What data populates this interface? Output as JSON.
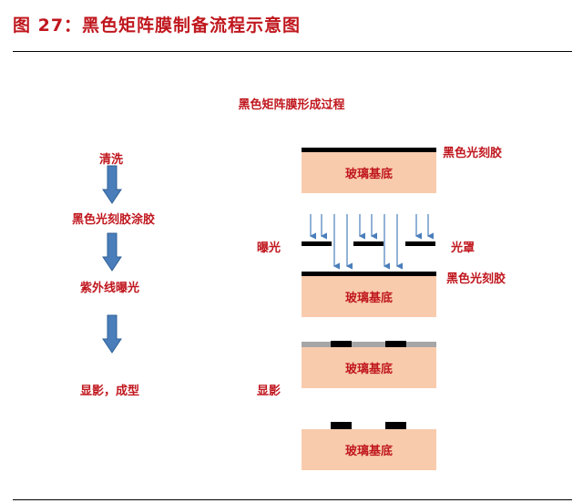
{
  "header": {
    "title": "图 27：黑色矩阵膜制备流程示意图"
  },
  "diagram": {
    "title": "黑色矩阵膜形成过程",
    "steps": [
      "清洗",
      "黑色光刻胶涂胶",
      "紫外线曝光",
      "显影，成型"
    ],
    "substrate_label": "玻璃基底",
    "labels": {
      "black_resist": "黑色光刻胶",
      "exposure": "曝光",
      "mask": "光罩",
      "development": "显影"
    }
  },
  "colors": {
    "title_red": "#c0171e",
    "substrate": "#f8cbad",
    "arrow_blue": "#4a7ebb",
    "arrow_blue_dark": "#2f5f95",
    "resist_black": "#000000",
    "exposed_grey": "#a6a6a6"
  }
}
